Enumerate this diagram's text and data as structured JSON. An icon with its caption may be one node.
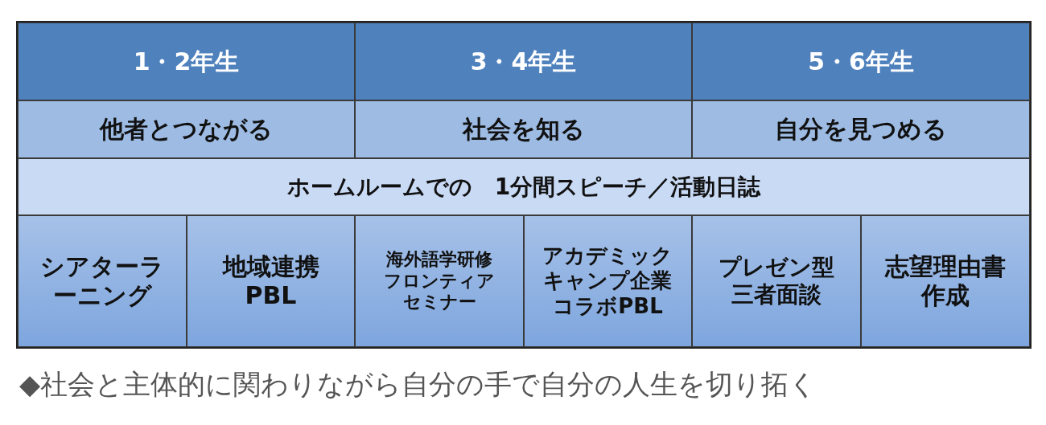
{
  "diagram": {
    "nodes": [
      {
        "text": [
          "1・2年生"
        ]
      },
      {
        "text": [
          "3・4年生"
        ]
      },
      {
        "text": [
          "5・6年生"
        ]
      },
      {
        "text": [
          "他者とつながる"
        ]
      },
      {
        "text": [
          "社会を知る"
        ]
      },
      {
        "text": [
          "自分を見つめる"
        ]
      },
      {
        "text": [
          "ホームルームでの　1分間スピーチ／活動日誌"
        ]
      },
      {
        "text": [
          "シアターラーニング"
        ]
      },
      {
        "text": [
          "地域連携PBL"
        ]
      },
      {
        "text": [
          "海外語学研修フロンティアセミナー"
        ]
      },
      {
        "text": [
          "アカデミックキャンプ企業コラボPBL"
        ]
      },
      {
        "text": [
          "プレゼン型三者面談"
        ]
      },
      {
        "text": [
          "志望理由書作成"
        ]
      }
    ],
    "labels": [
      "◆社会と主体的に関わりながら自分の手で自分の人生を切り拓く"
    ]
  }
}
